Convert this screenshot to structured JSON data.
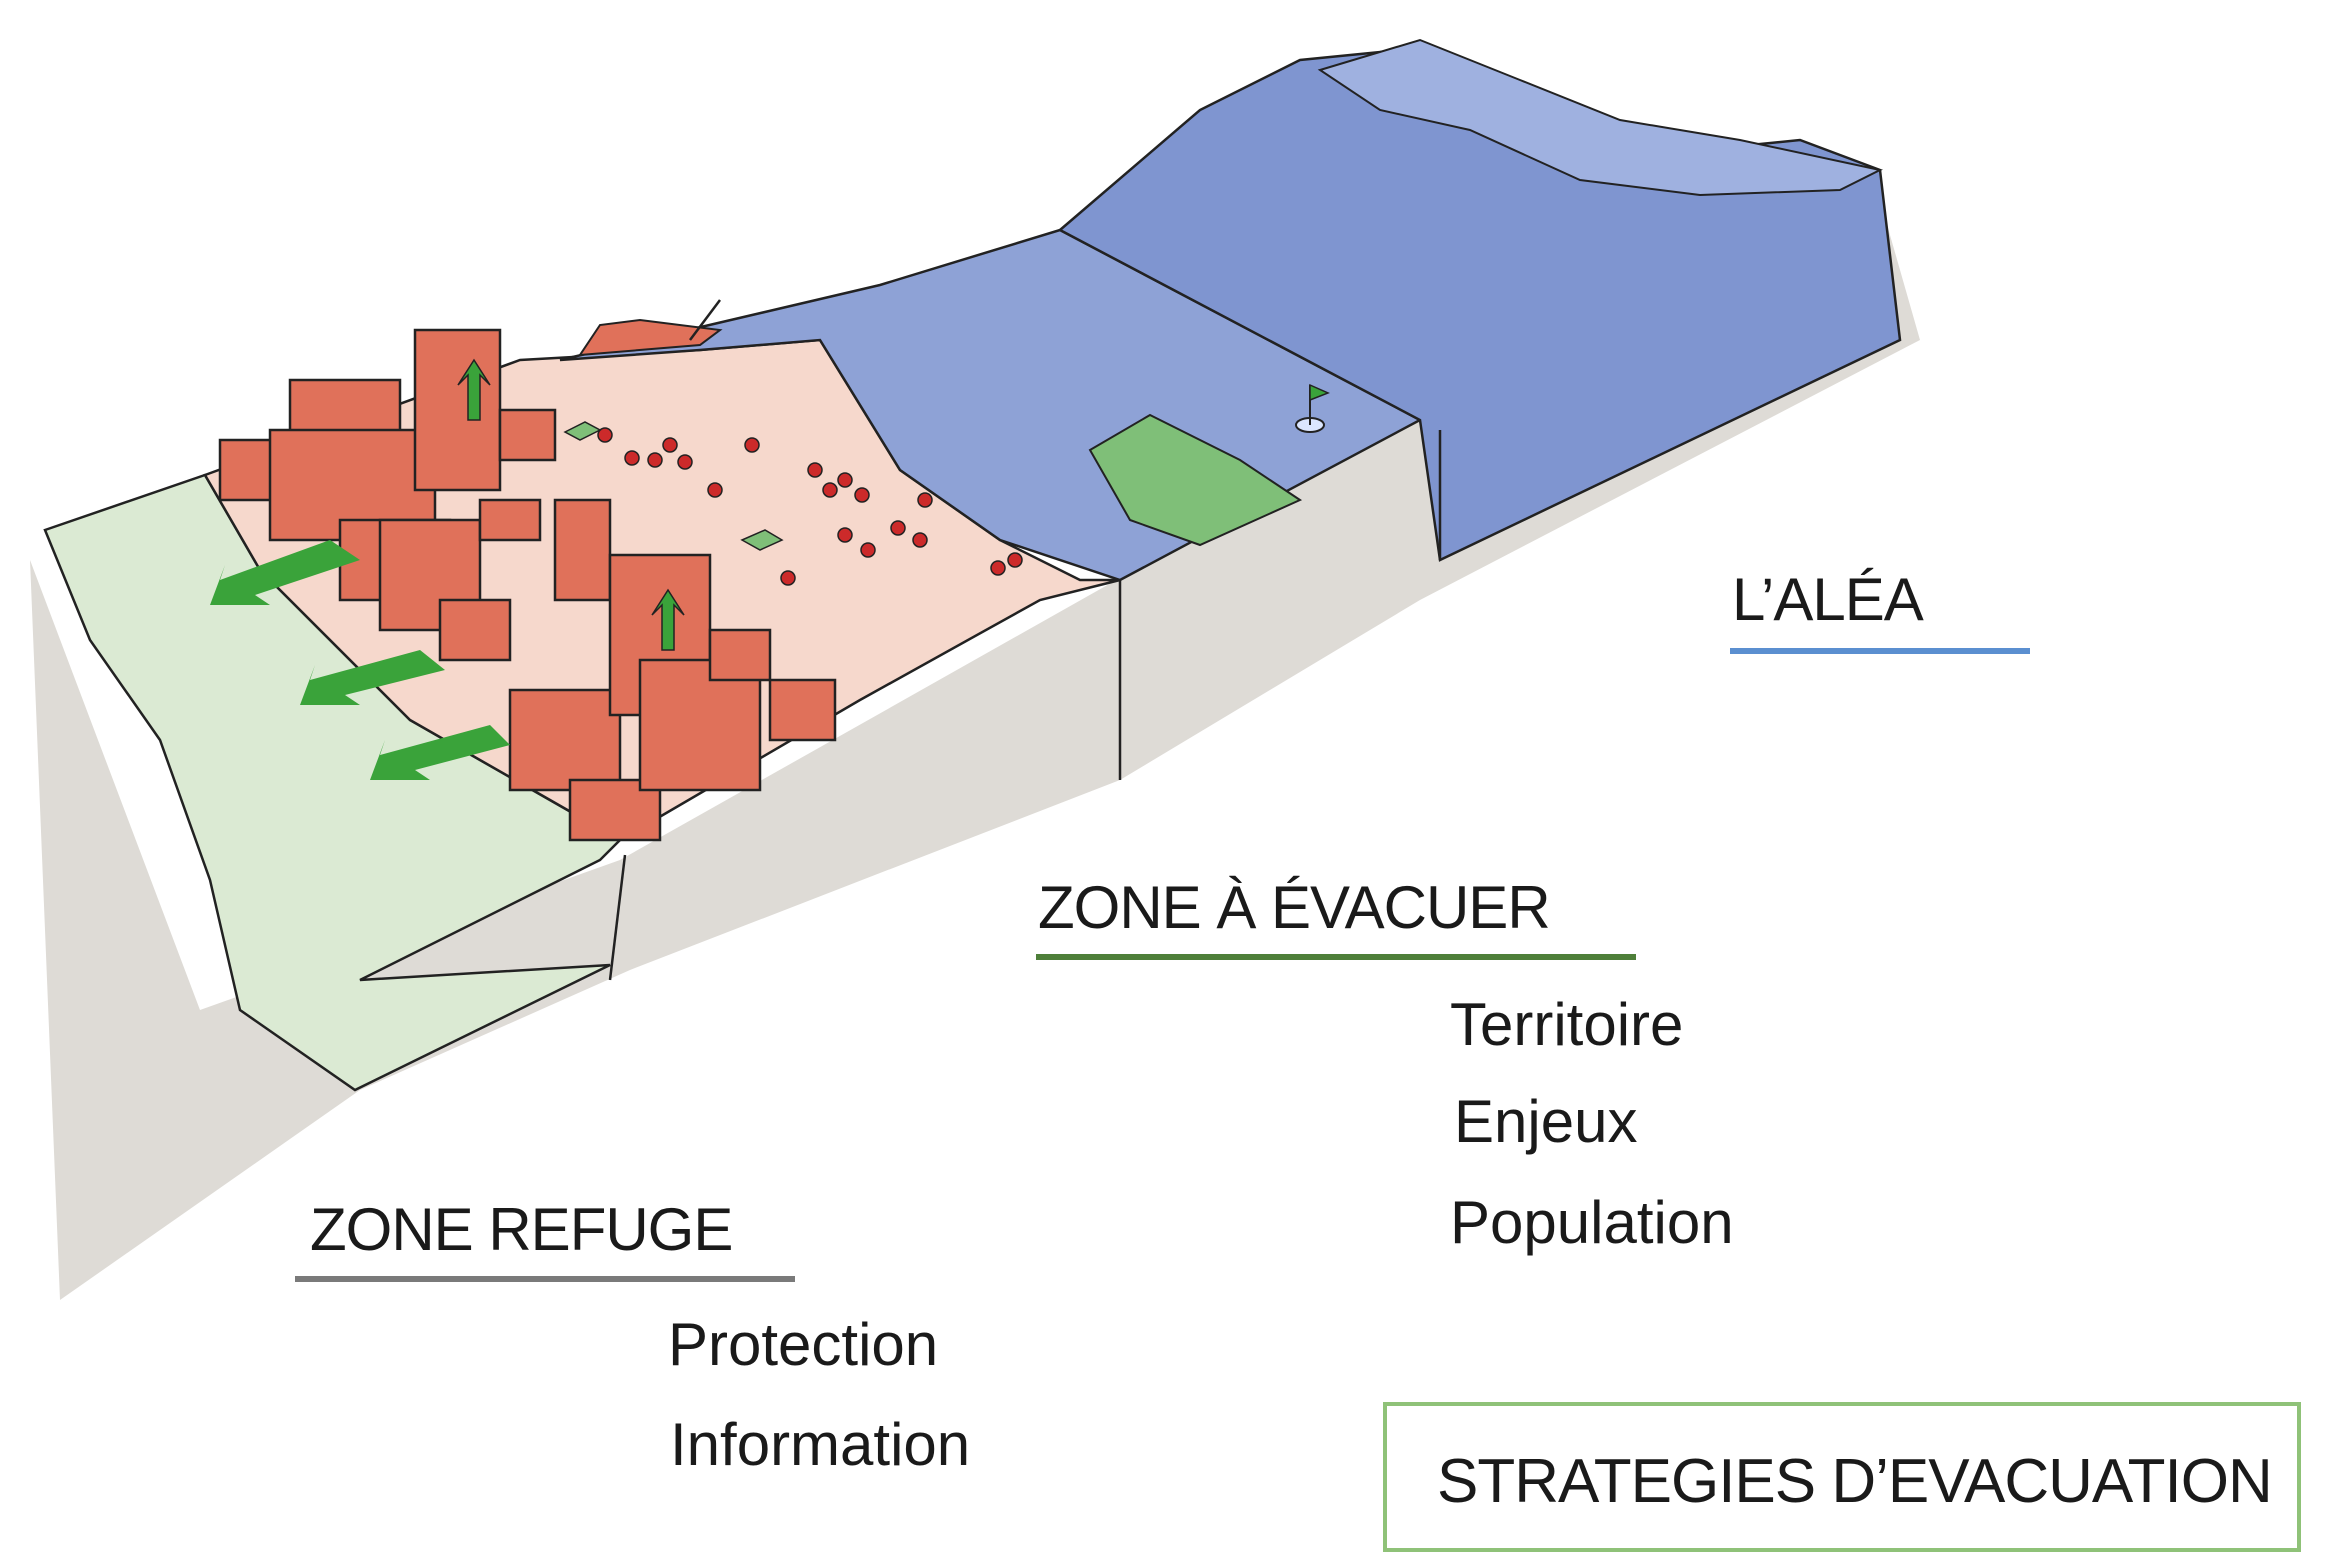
{
  "colors": {
    "alea": "#5b8fd0",
    "evacuer": "#4e7f3a",
    "refuge": "#7a7a7a",
    "strategy_border": "#8fc278",
    "buildings": "#e0715a",
    "arrows": "#3aa33a",
    "sea": "#7f95d0",
    "beach": "#f6d8cc",
    "refuge_ground": "#dbead3",
    "base": "#dedbd6"
  },
  "labels": {
    "alea": {
      "title": "L’ALÉA"
    },
    "evacuer": {
      "title": "ZONE À ÉVACUER",
      "items": [
        "Territoire",
        "Enjeux",
        "Population"
      ]
    },
    "refuge": {
      "title": "ZONE REFUGE",
      "items": [
        "Protection",
        "Information"
      ]
    },
    "strategy": {
      "title": "STRATEGIES D’EVACUATION"
    }
  }
}
